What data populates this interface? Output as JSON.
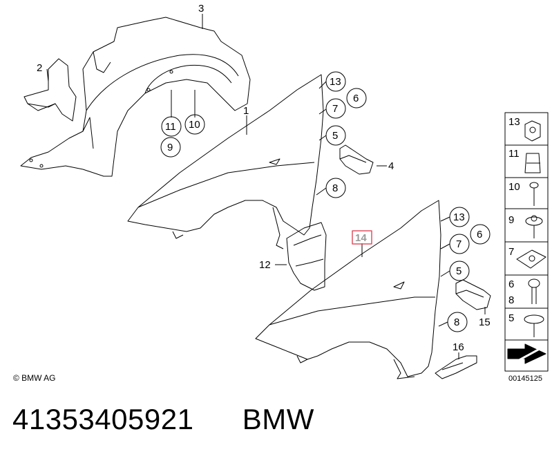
{
  "part_number": "41353405921",
  "brand": "BMW",
  "copyright": "© BMW AG",
  "diagram_id": "00145125",
  "callouts": {
    "c1": "1",
    "c2": "2",
    "c3": "3",
    "c4": "4",
    "c5a": "5",
    "c5b": "5",
    "c6a": "6",
    "c6b": "6",
    "c7a": "7",
    "c7b": "7",
    "c8a": "8",
    "c8b": "8",
    "c9": "9",
    "c10": "10",
    "c11": "11",
    "c12": "12",
    "c13a": "13",
    "c13b": "13",
    "c14": "14",
    "c15": "15",
    "c16": "16"
  },
  "legend": {
    "l13": "13",
    "l11": "11",
    "l10": "10",
    "l9": "9",
    "l7": "7",
    "l6": "6",
    "l8": "8",
    "l5": "5"
  },
  "colors": {
    "highlight": "#e05060",
    "highlight_text": "#9a9a9a",
    "line": "#000000"
  }
}
